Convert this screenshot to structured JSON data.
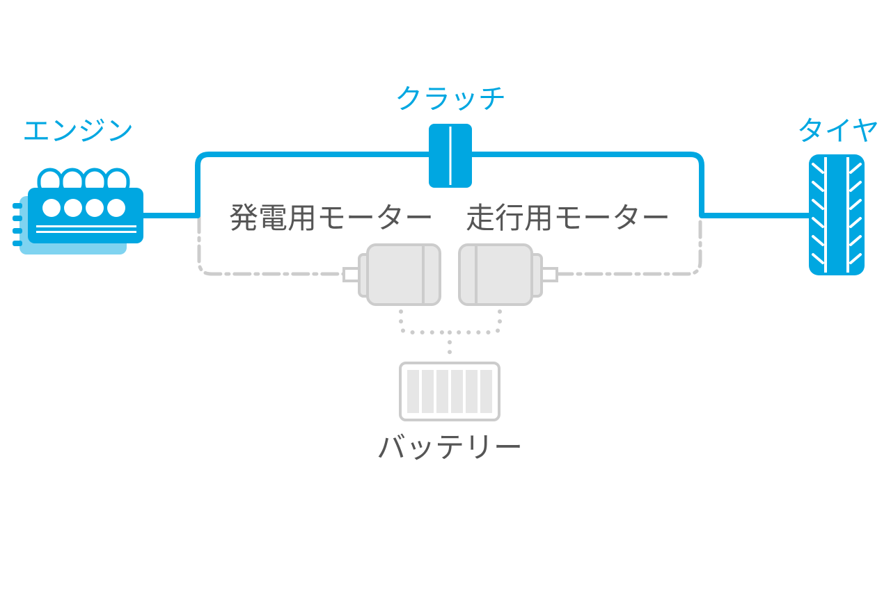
{
  "labels": {
    "engine": "エンジン",
    "clutch": "クラッチ",
    "tire": "タイヤ",
    "generator_motor": "発電用モーター",
    "drive_motor": "走行用モーター",
    "battery": "バッテリー"
  },
  "colors": {
    "active": "#00a7e1",
    "active_light": "#7fd3f0",
    "inactive_fill": "#e6e6e6",
    "inactive_stroke": "#c8c8c8",
    "text_gray": "#555555"
  },
  "icons": {
    "engine": "engine-icon",
    "clutch": "clutch-icon",
    "tire": "tire-icon",
    "generator_motor": "motor-icon",
    "drive_motor": "motor-icon",
    "battery": "battery-icon"
  },
  "state": {
    "active_components": [
      "engine",
      "clutch",
      "tire"
    ],
    "inactive_components": [
      "generator_motor",
      "drive_motor",
      "battery"
    ]
  }
}
